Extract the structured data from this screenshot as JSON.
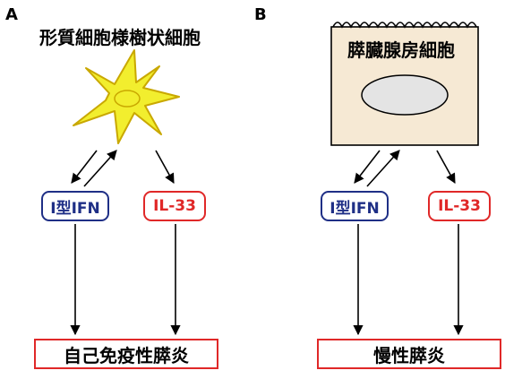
{
  "panel_a": {
    "letter": "A",
    "cell_title": "形質細胞様樹状細胞",
    "cytokine_1": "I型IFN",
    "cytokine_2": "IL-33",
    "outcome": "自己免疫性膵炎"
  },
  "panel_b": {
    "letter": "B",
    "cell_title": "膵臓腺房細胞",
    "cytokine_1": "I型IFN",
    "cytokine_2": "IL-33",
    "outcome": "慢性膵炎"
  },
  "colors": {
    "ifn_border": "#1f2f86",
    "il33_border": "#e02828",
    "dendritic_cell_fill": "#f2ee2e",
    "acinar_cell_fill": "#f6e9d4",
    "nucleus_fill": "#e4e4e4"
  }
}
